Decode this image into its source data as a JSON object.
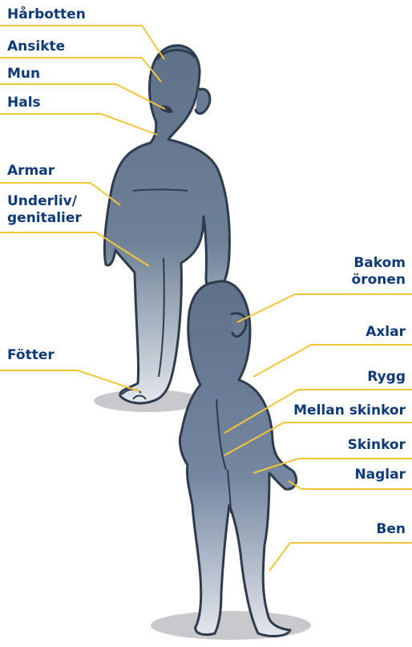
{
  "colors": {
    "label_text": "#0f3a78",
    "leader_line": "#f2c63a",
    "body_fill_top": "#5e7189",
    "body_fill_bottom": "#dfe4ea",
    "outline": "#2e3b4d",
    "shadow": "#c9c9cd"
  },
  "labels_left": [
    {
      "key": "harbotten",
      "text": "Hårbotten"
    },
    {
      "key": "ansikte",
      "text": "Ansikte"
    },
    {
      "key": "mun",
      "text": "Mun"
    },
    {
      "key": "hals",
      "text": "Hals"
    },
    {
      "key": "armar",
      "text": "Armar"
    },
    {
      "key": "underliv",
      "text": "Underliv/\ngenitalier"
    },
    {
      "key": "fotter",
      "text": "Fötter"
    }
  ],
  "labels_right": [
    {
      "key": "bakom_oronen",
      "text": "Bakom\nöronen"
    },
    {
      "key": "axlar",
      "text": "Axlar"
    },
    {
      "key": "rygg",
      "text": "Rygg"
    },
    {
      "key": "mellan_skinkor",
      "text": "Mellan skinkor"
    },
    {
      "key": "skinkor",
      "text": "Skinkor"
    },
    {
      "key": "naglar",
      "text": "Naglar"
    },
    {
      "key": "ben",
      "text": "Ben"
    }
  ]
}
